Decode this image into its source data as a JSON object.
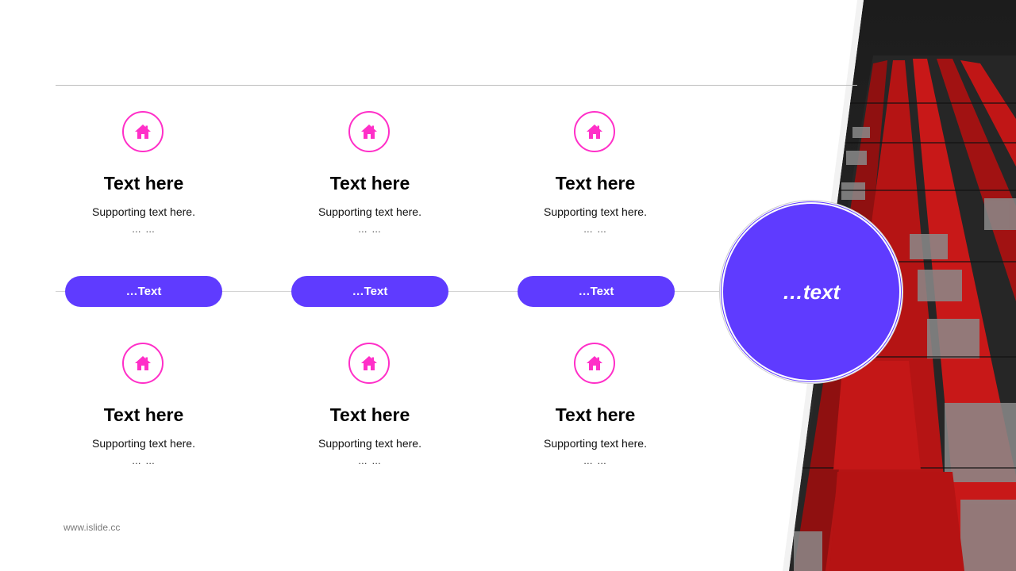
{
  "slide": {
    "footer_url": "www.islide.cc",
    "accent_color": "#5f3bff",
    "icon_color": "#ff2fc8",
    "center_label": "…text"
  },
  "columns": [
    {
      "pill_label": "…Text",
      "top": {
        "icon": "home-icon",
        "title": "Text here",
        "subtitle": "Supporting text here.",
        "dots": "… …"
      },
      "bottom": {
        "icon": "home-icon",
        "title": "Text here",
        "subtitle": "Supporting text here.",
        "dots": "… …"
      }
    },
    {
      "pill_label": "…Text",
      "top": {
        "icon": "home-icon",
        "title": "Text here",
        "subtitle": "Supporting text here.",
        "dots": "… …"
      },
      "bottom": {
        "icon": "home-icon",
        "title": "Text here",
        "subtitle": "Supporting text here.",
        "dots": "… …"
      }
    },
    {
      "pill_label": "…Text",
      "top": {
        "icon": "home-icon",
        "title": "Text here",
        "subtitle": "Supporting text here.",
        "dots": "… …"
      },
      "bottom": {
        "icon": "home-icon",
        "title": "Text here",
        "subtitle": "Supporting text here.",
        "dots": "… …"
      }
    }
  ]
}
